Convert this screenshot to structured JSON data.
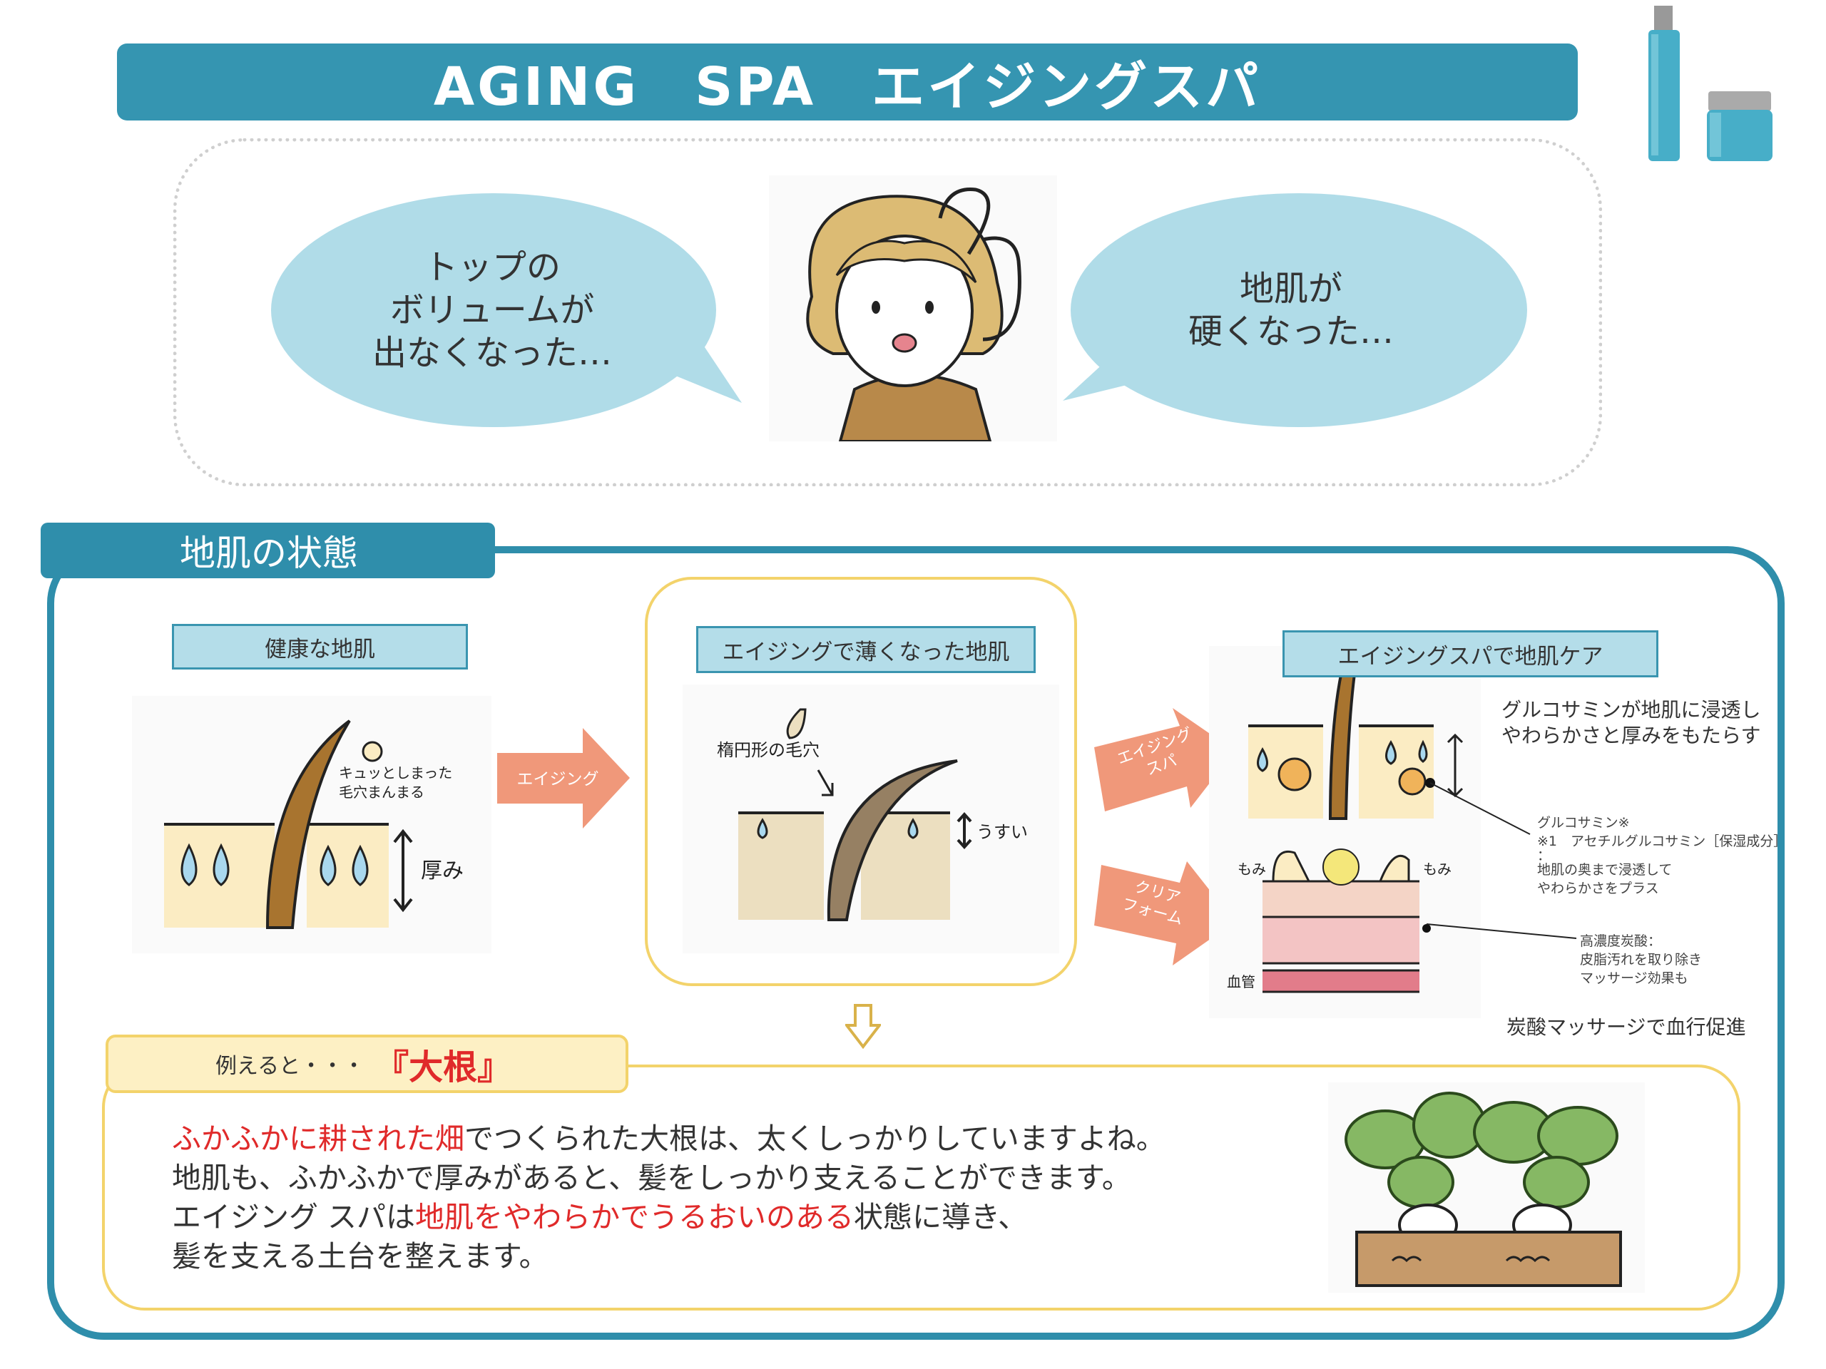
{
  "header": {
    "title": "AGING　SPA　エイジングスパ",
    "product_image": "product-bottles"
  },
  "concerns": {
    "left_bubble": [
      "トップの",
      "ボリュームが",
      "出なくなった…"
    ],
    "right_bubble": [
      "地肌が",
      "硬くなった…"
    ]
  },
  "section": {
    "tab_label": "地肌の状態",
    "healthy": {
      "label": "健康な地肌",
      "pore_note": [
        "キュッとしまった",
        "毛穴まんまる"
      ],
      "thickness": "厚み"
    },
    "aging_arrow": "エイジング",
    "aged": {
      "label": "エイジングで薄くなった地肌",
      "pore_note": "楕円形の毛穴",
      "thickness": "うすい"
    },
    "care": {
      "label": "エイジングスパで地肌ケア",
      "arrow_spa": [
        "エイジング",
        "スパ"
      ],
      "arrow_foam": [
        "クリア",
        "フォーム"
      ],
      "top_note": [
        "グルコサミンが地肌に浸透し",
        "やわらかさと厚みをもたらす"
      ],
      "glucosamine_note": [
        "グルコサミン※",
        "※1　アセチルグルコサミン［保湿成分］",
        "：",
        "地肌の奥まで浸透して",
        "やわらかさをプラス"
      ],
      "carbonic_note": [
        "高濃度炭酸：",
        "皮脂汚れを取り除き",
        "マッサージ効果も"
      ],
      "bottom_note": "炭酸マッサージで血行促進",
      "massage_left": "もみ",
      "massage_right": "もみ",
      "vessel": "血管"
    }
  },
  "example": {
    "tab_prefix": "例えると・・・",
    "tab_highlight": "『大根』",
    "lines": [
      {
        "red": "ふかふかに耕された畑",
        "rest": "でつくられた大根は、太くしっかりしていますよね。"
      },
      {
        "text": "地肌も、ふかふかで厚みがあると、髪をしっかり支えることができます。"
      },
      {
        "pre": "エイジング スパは",
        "red": "地肌をやわらかでうるおいのある",
        "post": "状態に導き、"
      },
      {
        "text": "髪を支える土台を整えます。"
      }
    ]
  },
  "colors": {
    "accent": "#2f8eab",
    "bubble": "#b0dce8",
    "arrow": "#f0987a",
    "yellow": "#f3d36b",
    "red": "#e02a2a"
  }
}
